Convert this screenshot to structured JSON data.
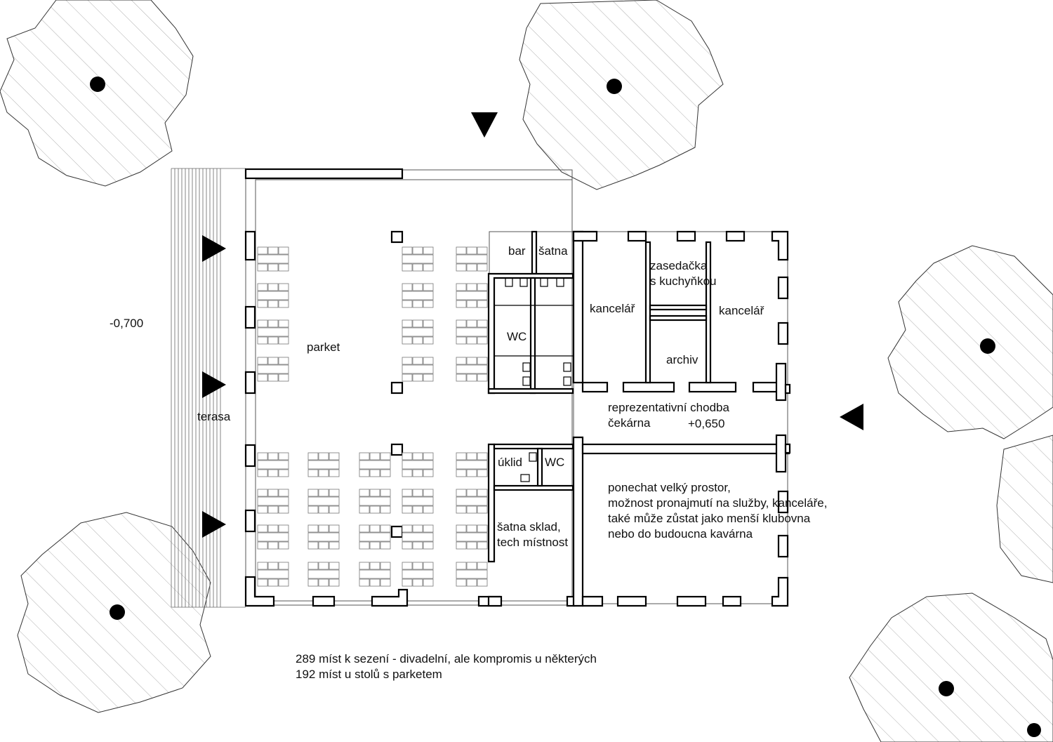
{
  "labels": {
    "level_outside": "-0,700",
    "terasa": "terasa",
    "parket": "parket",
    "bar": "bar",
    "satna": "šatna",
    "wc_top": "WC",
    "wc_bottom": "WC",
    "uklid": "úklid",
    "satna_sklad_1": "šatna sklad,",
    "satna_sklad_2": "tech místnost",
    "zasedacka_1": "zasedačka",
    "zasedacka_2": "s kuchyňkou",
    "kancelar_left": "kancelář",
    "kancelar_right": "kancelář",
    "archiv": "archiv",
    "chodba_1": "reprezentativní chodba",
    "chodba_2": "čekárna",
    "level_inside": "+0,650",
    "note_1": "ponechat velký prostor,",
    "note_2": "možnost pronajmutí na služby, kanceláře,",
    "note_3": "také může zůstat jako menší klubovna",
    "note_4": "nebo do budoucna kavárna",
    "capacity_1": "289 míst k sezení - divadelní, ale kompromis u některých",
    "capacity_2": "192 míst u stolů s parketem"
  },
  "icons": {
    "entrance": "black-triangle-arrow",
    "tree": "hatched-tree-canopy"
  }
}
